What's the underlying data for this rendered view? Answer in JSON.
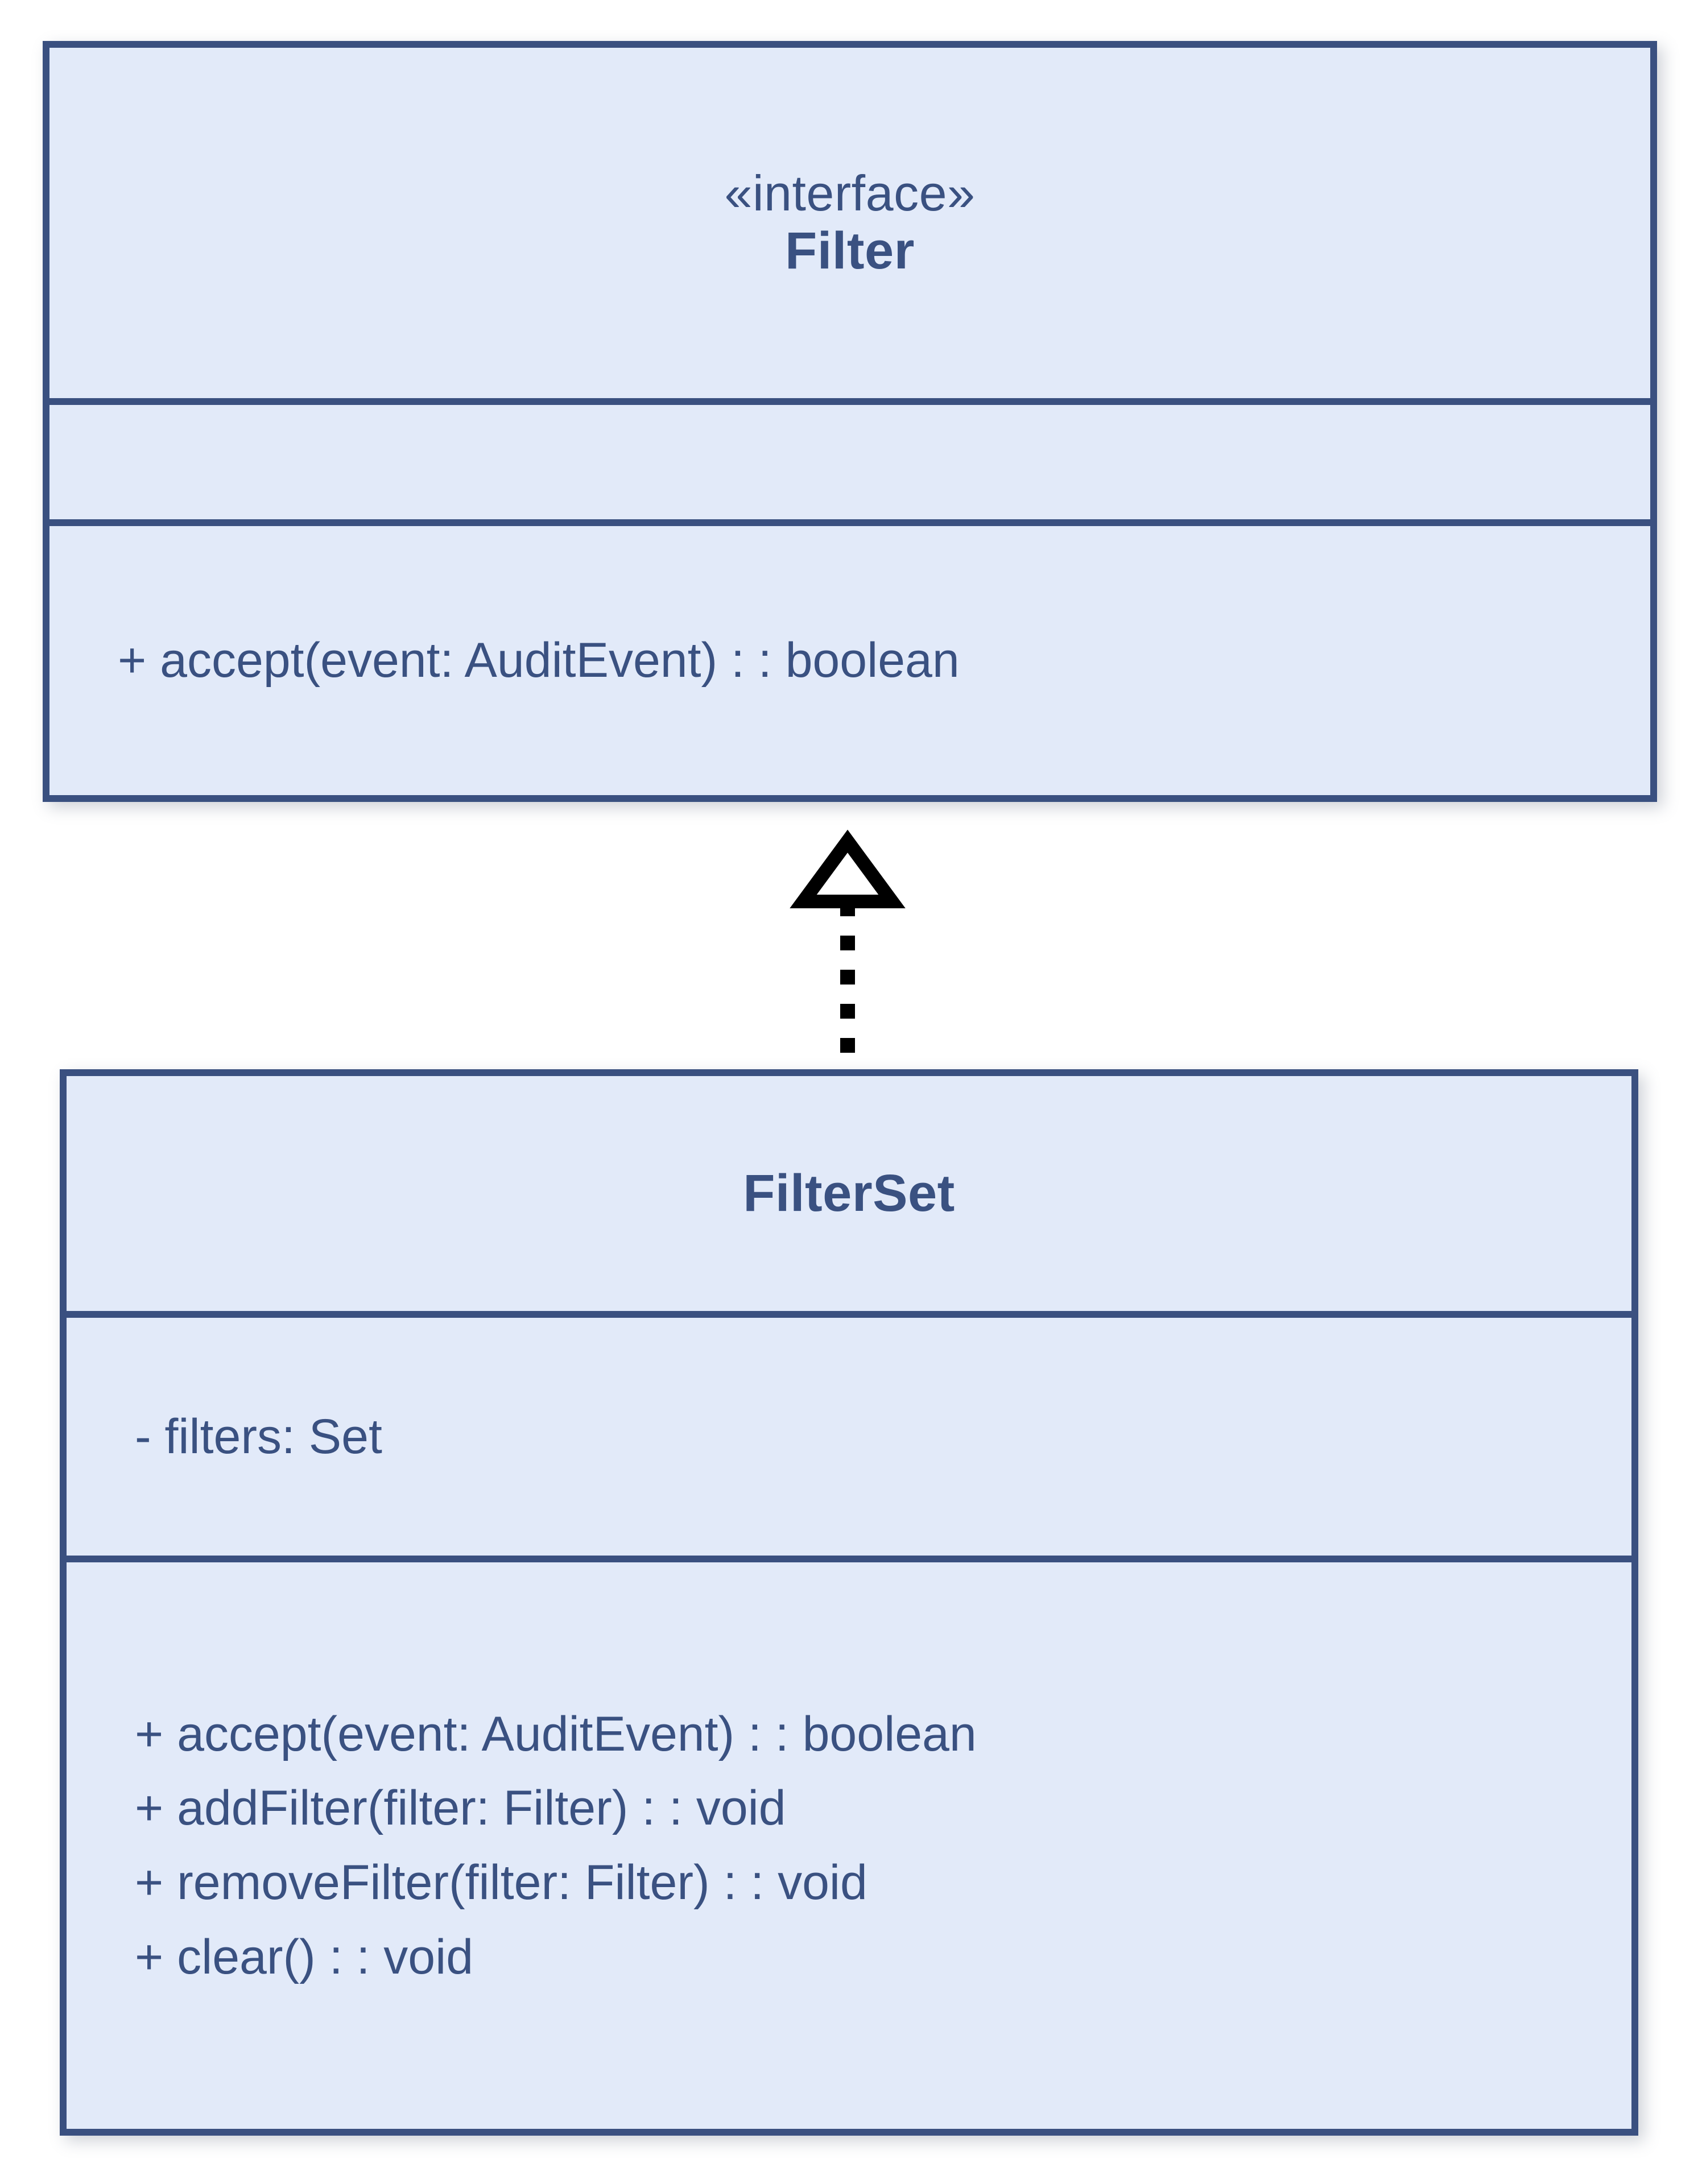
{
  "diagram": {
    "type": "uml-class-diagram",
    "background_color": "#ffffff",
    "class_fill_color": "#e2eaf9",
    "class_border_color": "#3a5080",
    "text_color": "#3a5181",
    "connector_color": "#000000"
  },
  "classes": [
    {
      "id": "filter",
      "stereotype": "«interface»",
      "name": "Filter",
      "attributes": [],
      "methods": [
        "+ accept(event: AuditEvent) : : boolean"
      ]
    },
    {
      "id": "filterset",
      "stereotype": "",
      "name": "FilterSet",
      "attributes": [
        "- filters: Set"
      ],
      "methods": [
        "+ accept(event: AuditEvent) : : boolean",
        "+ addFilter(filter: Filter) : : void",
        "+ removeFilter(filter: Filter) : : void",
        "+ clear() : : void"
      ]
    }
  ],
  "relationships": [
    {
      "kind": "realization",
      "source": "filterset",
      "target": "filter",
      "line_style": "dotted",
      "arrow_head": "hollow-triangle"
    }
  ]
}
